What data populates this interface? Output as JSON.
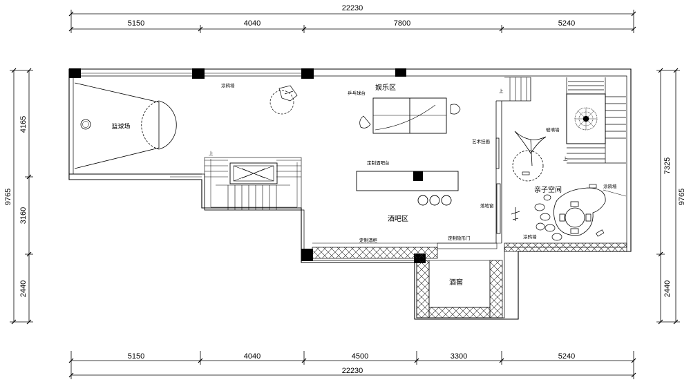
{
  "dimensions": {
    "top_total": "22230",
    "top_segments": [
      "5150",
      "4040",
      "7800",
      "5240"
    ],
    "bottom_total": "22230",
    "bottom_segments": [
      "5150",
      "4040",
      "4500",
      "3300",
      "5240"
    ],
    "left_total": "9765",
    "left_segments": [
      "4165",
      "3160",
      "2440"
    ],
    "right_total": "9765",
    "right_segments": [
      "7325",
      "2440"
    ]
  },
  "rooms": {
    "basketball_court": "篮球场",
    "entertainment_area": "娱乐区",
    "bar_area": "酒吧区",
    "wine_cellar": "酒窖",
    "kids_space": "亲子空间"
  },
  "annotations": {
    "graffiti_wall_top": "涂鸦墙",
    "ping_pong_table": "乒乓球台",
    "custom_bar_counter": "定制酒吧台",
    "art_hanging": "艺术挂画",
    "glass_wall": "玻璃墙",
    "graffiti_wall_right": "涂鸦墙",
    "french_window": "落地窗",
    "graffiti_wall_bottom": "涂鸦墙",
    "custom_wine_cabinet": "定制酒柜",
    "custom_hidden_door": "定制隐形门",
    "stair_up_left": "上",
    "stair_up_right_top": "上",
    "stair_up_right_bottom": "上"
  }
}
